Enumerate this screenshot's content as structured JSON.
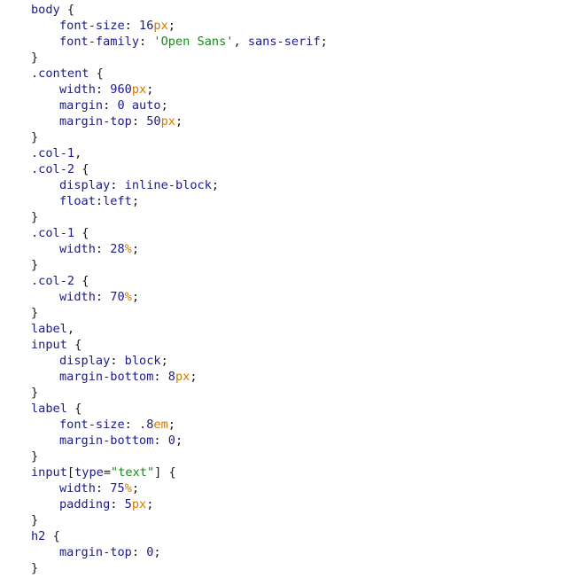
{
  "editor": {
    "colors": {
      "selector": "#1a1a8c",
      "property": "#1a1a8c",
      "value": "#1a1a8c",
      "unit": "#d07a00",
      "string": "#1a8a1a",
      "punctuation": "#1a1a1a"
    },
    "lines": [
      [
        {
          "t": "sel",
          "v": "body "
        },
        {
          "t": "punc",
          "v": "{"
        }
      ],
      [
        {
          "t": "indent"
        },
        {
          "t": "prop",
          "v": "font-size"
        },
        {
          "t": "punc",
          "v": ": "
        },
        {
          "t": "num",
          "v": "16"
        },
        {
          "t": "unit",
          "v": "px"
        },
        {
          "t": "punc",
          "v": ";"
        }
      ],
      [
        {
          "t": "indent"
        },
        {
          "t": "prop",
          "v": "font-family"
        },
        {
          "t": "punc",
          "v": ": "
        },
        {
          "t": "str",
          "v": "'Open Sans'"
        },
        {
          "t": "punc",
          "v": ", "
        },
        {
          "t": "val",
          "v": "sans-serif"
        },
        {
          "t": "punc",
          "v": ";"
        }
      ],
      [
        {
          "t": "punc",
          "v": "}"
        }
      ],
      [
        {
          "t": "sel",
          "v": ".content "
        },
        {
          "t": "punc",
          "v": "{"
        }
      ],
      [
        {
          "t": "indent"
        },
        {
          "t": "prop",
          "v": "width"
        },
        {
          "t": "punc",
          "v": ": "
        },
        {
          "t": "num",
          "v": "960"
        },
        {
          "t": "unit",
          "v": "px"
        },
        {
          "t": "punc",
          "v": ";"
        }
      ],
      [
        {
          "t": "indent"
        },
        {
          "t": "prop",
          "v": "margin"
        },
        {
          "t": "punc",
          "v": ": "
        },
        {
          "t": "num",
          "v": "0"
        },
        {
          "t": "val",
          "v": " auto"
        },
        {
          "t": "punc",
          "v": ";"
        }
      ],
      [
        {
          "t": "indent"
        },
        {
          "t": "prop",
          "v": "margin-top"
        },
        {
          "t": "punc",
          "v": ": "
        },
        {
          "t": "num",
          "v": "50"
        },
        {
          "t": "unit",
          "v": "px"
        },
        {
          "t": "punc",
          "v": ";"
        }
      ],
      [
        {
          "t": "punc",
          "v": "}"
        }
      ],
      [
        {
          "t": "sel",
          "v": ".col-1"
        },
        {
          "t": "punc",
          "v": ","
        }
      ],
      [
        {
          "t": "sel",
          "v": ".col-2 "
        },
        {
          "t": "punc",
          "v": "{"
        }
      ],
      [
        {
          "t": "indent"
        },
        {
          "t": "prop",
          "v": "display"
        },
        {
          "t": "punc",
          "v": ": "
        },
        {
          "t": "val",
          "v": "inline-block"
        },
        {
          "t": "punc",
          "v": ";"
        }
      ],
      [
        {
          "t": "indent"
        },
        {
          "t": "prop",
          "v": "float"
        },
        {
          "t": "punc",
          "v": ":"
        },
        {
          "t": "val",
          "v": "left"
        },
        {
          "t": "punc",
          "v": ";"
        }
      ],
      [
        {
          "t": "punc",
          "v": "}"
        }
      ],
      [
        {
          "t": "sel",
          "v": ".col-1 "
        },
        {
          "t": "punc",
          "v": "{"
        }
      ],
      [
        {
          "t": "indent"
        },
        {
          "t": "prop",
          "v": "width"
        },
        {
          "t": "punc",
          "v": ": "
        },
        {
          "t": "num",
          "v": "28"
        },
        {
          "t": "unit",
          "v": "%"
        },
        {
          "t": "punc",
          "v": ";"
        }
      ],
      [
        {
          "t": "punc",
          "v": "}"
        }
      ],
      [
        {
          "t": "sel",
          "v": ".col-2 "
        },
        {
          "t": "punc",
          "v": "{"
        }
      ],
      [
        {
          "t": "indent"
        },
        {
          "t": "prop",
          "v": "width"
        },
        {
          "t": "punc",
          "v": ": "
        },
        {
          "t": "num",
          "v": "70"
        },
        {
          "t": "unit",
          "v": "%"
        },
        {
          "t": "punc",
          "v": ";"
        }
      ],
      [
        {
          "t": "punc",
          "v": "}"
        }
      ],
      [
        {
          "t": "sel",
          "v": "label"
        },
        {
          "t": "punc",
          "v": ","
        }
      ],
      [
        {
          "t": "sel",
          "v": "input "
        },
        {
          "t": "punc",
          "v": "{"
        }
      ],
      [
        {
          "t": "indent"
        },
        {
          "t": "prop",
          "v": "display"
        },
        {
          "t": "punc",
          "v": ": "
        },
        {
          "t": "val",
          "v": "block"
        },
        {
          "t": "punc",
          "v": ";"
        }
      ],
      [
        {
          "t": "indent"
        },
        {
          "t": "prop",
          "v": "margin-bottom"
        },
        {
          "t": "punc",
          "v": ": "
        },
        {
          "t": "num",
          "v": "8"
        },
        {
          "t": "unit",
          "v": "px"
        },
        {
          "t": "punc",
          "v": ";"
        }
      ],
      [
        {
          "t": "punc",
          "v": "}"
        }
      ],
      [
        {
          "t": "sel",
          "v": "label "
        },
        {
          "t": "punc",
          "v": "{"
        }
      ],
      [
        {
          "t": "indent"
        },
        {
          "t": "prop",
          "v": "font-size"
        },
        {
          "t": "punc",
          "v": ": "
        },
        {
          "t": "num",
          "v": ".8"
        },
        {
          "t": "unit",
          "v": "em"
        },
        {
          "t": "punc",
          "v": ";"
        }
      ],
      [
        {
          "t": "indent"
        },
        {
          "t": "prop",
          "v": "margin-bottom"
        },
        {
          "t": "punc",
          "v": ": "
        },
        {
          "t": "num",
          "v": "0"
        },
        {
          "t": "punc",
          "v": ";"
        }
      ],
      [
        {
          "t": "punc",
          "v": "}"
        }
      ],
      [
        {
          "t": "sel",
          "v": "input"
        },
        {
          "t": "punc",
          "v": "["
        },
        {
          "t": "sel",
          "v": "type"
        },
        {
          "t": "punc",
          "v": "="
        },
        {
          "t": "str",
          "v": "\"text\""
        },
        {
          "t": "punc",
          "v": "] {"
        }
      ],
      [
        {
          "t": "indent"
        },
        {
          "t": "prop",
          "v": "width"
        },
        {
          "t": "punc",
          "v": ": "
        },
        {
          "t": "num",
          "v": "75"
        },
        {
          "t": "unit",
          "v": "%"
        },
        {
          "t": "punc",
          "v": ";"
        }
      ],
      [
        {
          "t": "indent"
        },
        {
          "t": "prop",
          "v": "padding"
        },
        {
          "t": "punc",
          "v": ": "
        },
        {
          "t": "num",
          "v": "5"
        },
        {
          "t": "unit",
          "v": "px"
        },
        {
          "t": "punc",
          "v": ";"
        }
      ],
      [
        {
          "t": "punc",
          "v": "}"
        }
      ],
      [
        {
          "t": "sel",
          "v": "h2 "
        },
        {
          "t": "punc",
          "v": "{"
        }
      ],
      [
        {
          "t": "indent"
        },
        {
          "t": "prop",
          "v": "margin-top"
        },
        {
          "t": "punc",
          "v": ": "
        },
        {
          "t": "num",
          "v": "0"
        },
        {
          "t": "punc",
          "v": ";"
        }
      ],
      [
        {
          "t": "punc",
          "v": "}"
        }
      ]
    ]
  }
}
